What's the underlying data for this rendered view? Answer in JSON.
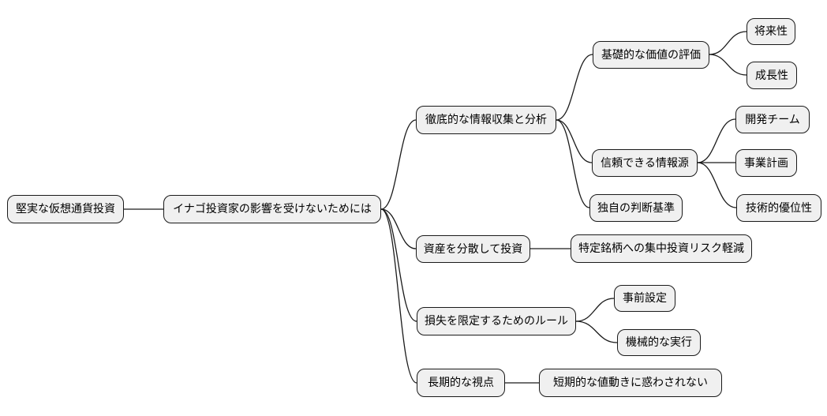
{
  "diagram": {
    "type": "mindmap",
    "colors": {
      "background": "#ffffff",
      "node_fill": "#f0f0f0",
      "node_border": "#1a1a1a",
      "edge": "#1a1a1a",
      "text": "#000000"
    },
    "nodes": [
      {
        "id": "root",
        "label": "堅実な仮想通貨投資",
        "level": 0,
        "parent": null
      },
      {
        "id": "avoid-herd",
        "label": "イナゴ投資家の影響を受けないためには",
        "level": 1,
        "parent": "root"
      },
      {
        "id": "research",
        "label": "徹底的な情報収集と分析",
        "level": 2,
        "parent": "avoid-herd"
      },
      {
        "id": "fundamental-value",
        "label": "基礎的な価値の評価",
        "level": 3,
        "parent": "research"
      },
      {
        "id": "future-potential",
        "label": "将来性",
        "level": 4,
        "parent": "fundamental-value"
      },
      {
        "id": "growth-potential",
        "label": "成長性",
        "level": 4,
        "parent": "fundamental-value"
      },
      {
        "id": "reliable-sources",
        "label": "信頼できる情報源",
        "level": 3,
        "parent": "research"
      },
      {
        "id": "dev-team",
        "label": "開発チーム",
        "level": 4,
        "parent": "reliable-sources"
      },
      {
        "id": "business-plan",
        "label": "事業計画",
        "level": 4,
        "parent": "reliable-sources"
      },
      {
        "id": "technical-advantage",
        "label": "技術的優位性",
        "level": 4,
        "parent": "reliable-sources"
      },
      {
        "id": "own-criteria",
        "label": "独自の判断基準",
        "level": 3,
        "parent": "research"
      },
      {
        "id": "diversify",
        "label": "資産を分散して投資",
        "level": 2,
        "parent": "avoid-herd"
      },
      {
        "id": "concentration-risk",
        "label": "特定銘柄への集中投資リスク軽減",
        "level": 3,
        "parent": "diversify"
      },
      {
        "id": "loss-rules",
        "label": "損失を限定するためのルール",
        "level": 2,
        "parent": "avoid-herd"
      },
      {
        "id": "preset",
        "label": "事前設定",
        "level": 3,
        "parent": "loss-rules"
      },
      {
        "id": "mechanical-execution",
        "label": "機械的な実行",
        "level": 3,
        "parent": "loss-rules"
      },
      {
        "id": "long-term-view",
        "label": "長期的な視点",
        "level": 2,
        "parent": "avoid-herd"
      },
      {
        "id": "ignore-short-term",
        "label": "短期的な値動きに惑わされない",
        "level": 3,
        "parent": "long-term-view"
      }
    ]
  }
}
